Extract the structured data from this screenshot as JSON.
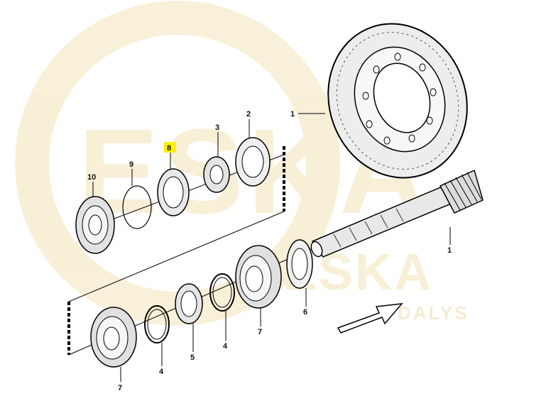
{
  "watermark": {
    "brand": "ESKA",
    "subtitle": "DALYS",
    "color": "#f3e3b8"
  },
  "highlight_color": "#fff200",
  "callouts": {
    "c1_top": "1",
    "c1_pinion": "1",
    "c2": "2",
    "c3": "3",
    "c4_a": "4",
    "c4_b": "4",
    "c5": "5",
    "c6": "6",
    "c7_a": "7",
    "c7_b": "7",
    "c8": "8",
    "c9": "9",
    "c10": "10"
  }
}
